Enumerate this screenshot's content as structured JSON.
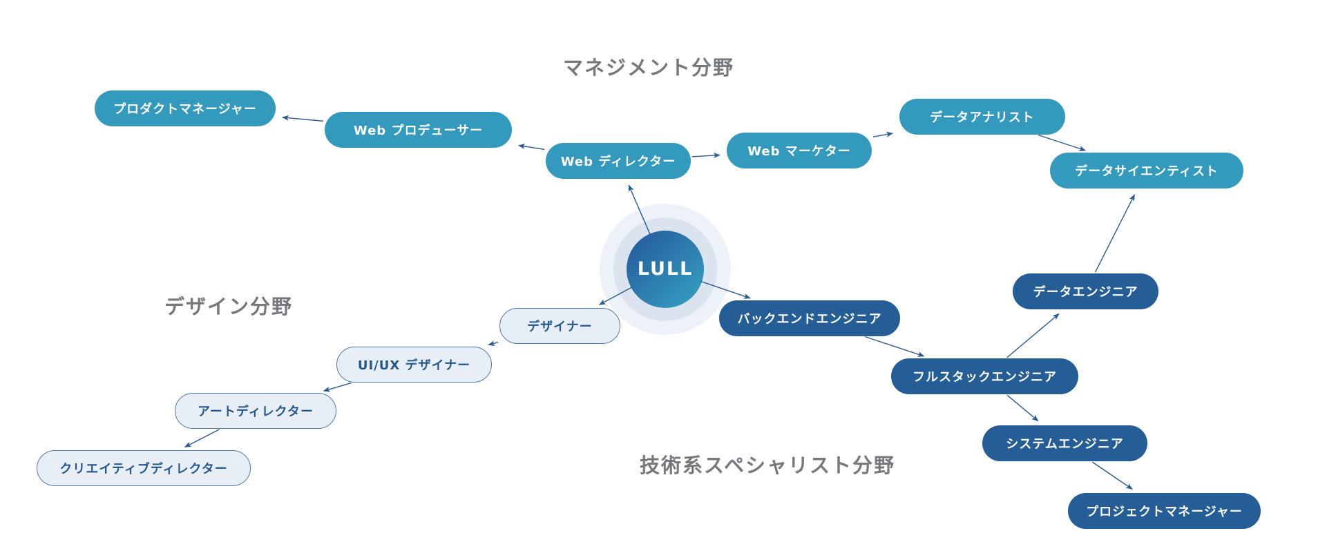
{
  "center": {
    "label": "LULL"
  },
  "headings": {
    "management": "マネジメント分野",
    "design": "デザイン分野",
    "tech": "技術系スペシャリスト分野"
  },
  "colors": {
    "management_node": "#3399bd",
    "tech_node": "#255d96",
    "design_node_fill": "#e8eef5",
    "design_node_text": "#24578e",
    "arrow": "#2b5a8f",
    "heading_text": "#75787c"
  },
  "nodes": {
    "product_manager": "プロダクトマネージャー",
    "web_producer": "Web プロデューサー",
    "web_director": "Web ディレクター",
    "web_marketer": "Web マーケター",
    "data_analyst": "データアナリスト",
    "data_scientist": "データサイエンティスト",
    "backend_engineer": "バックエンドエンジニア",
    "fullstack_engineer": "フルスタックエンジニア",
    "data_engineer": "データエンジニア",
    "system_engineer": "システムエンジニア",
    "project_manager": "プロジェクトマネージャー",
    "designer": "デザイナー",
    "uiux_designer": "UI/UX デザイナー",
    "art_director": "アートディレクター",
    "creative_director": "クリエイティブディレクター"
  },
  "edges": [
    [
      "center",
      "web_director"
    ],
    [
      "web_director",
      "web_producer"
    ],
    [
      "web_producer",
      "product_manager"
    ],
    [
      "web_director",
      "web_marketer"
    ],
    [
      "web_marketer",
      "data_analyst"
    ],
    [
      "data_analyst",
      "data_scientist"
    ],
    [
      "center",
      "backend_engineer"
    ],
    [
      "backend_engineer",
      "fullstack_engineer"
    ],
    [
      "fullstack_engineer",
      "data_engineer"
    ],
    [
      "data_engineer",
      "data_scientist"
    ],
    [
      "fullstack_engineer",
      "system_engineer"
    ],
    [
      "system_engineer",
      "project_manager"
    ],
    [
      "center",
      "designer"
    ],
    [
      "designer",
      "uiux_designer"
    ],
    [
      "uiux_designer",
      "art_director"
    ],
    [
      "art_director",
      "creative_director"
    ]
  ]
}
